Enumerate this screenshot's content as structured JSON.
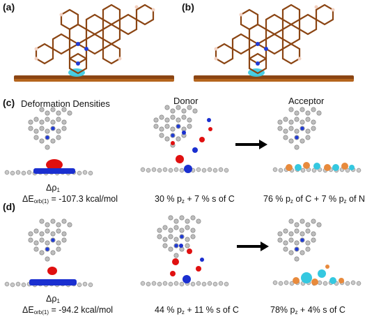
{
  "panels": {
    "a": {
      "letter": "(a)"
    },
    "b": {
      "letter": "(b)"
    },
    "c": {
      "letter": "(c)",
      "header_deformation": "Deformation Densities",
      "header_donor": "Donor",
      "header_acceptor": "Acceptor",
      "delta_rho": "Δρ",
      "delta_rho_sub": "1",
      "energy_prefix": "ΔE",
      "energy_sub": "orb(1)",
      "energy_value": " = -107.3 kcal/mol",
      "donor_text": "30 % p",
      "donor_sub": "z",
      "donor_rest": " + 7 % s of C",
      "acceptor_text_a": "76 % p",
      "acceptor_sub_a": "z",
      "acceptor_text_b": " of C + 7 % p",
      "acceptor_sub_b": "z",
      "acceptor_text_c": " of N"
    },
    "d": {
      "letter": "(d)",
      "delta_rho": "Δρ",
      "delta_rho_sub": "1",
      "energy_prefix": "ΔE",
      "energy_sub": "orb(1)",
      "energy_value": " = -94.2 kcal/mol",
      "donor_text": "44 % p",
      "donor_sub": "z",
      "donor_rest": " + 11 % s of C",
      "acceptor_text_a": "78% p",
      "acceptor_sub_a": "z",
      "acceptor_text_b": " + 4% s of C"
    }
  },
  "colors": {
    "brown_atoms": "#8b4513",
    "brown_light": "#b5651d",
    "gray_atoms": "#9a9a9a",
    "nitrogen_blue": "#1f3bd6",
    "deform_red": "#e01010",
    "deform_blue": "#1a2fd0",
    "orbital_orange": "#e88a3c",
    "orbital_cyan": "#35c8e0"
  }
}
